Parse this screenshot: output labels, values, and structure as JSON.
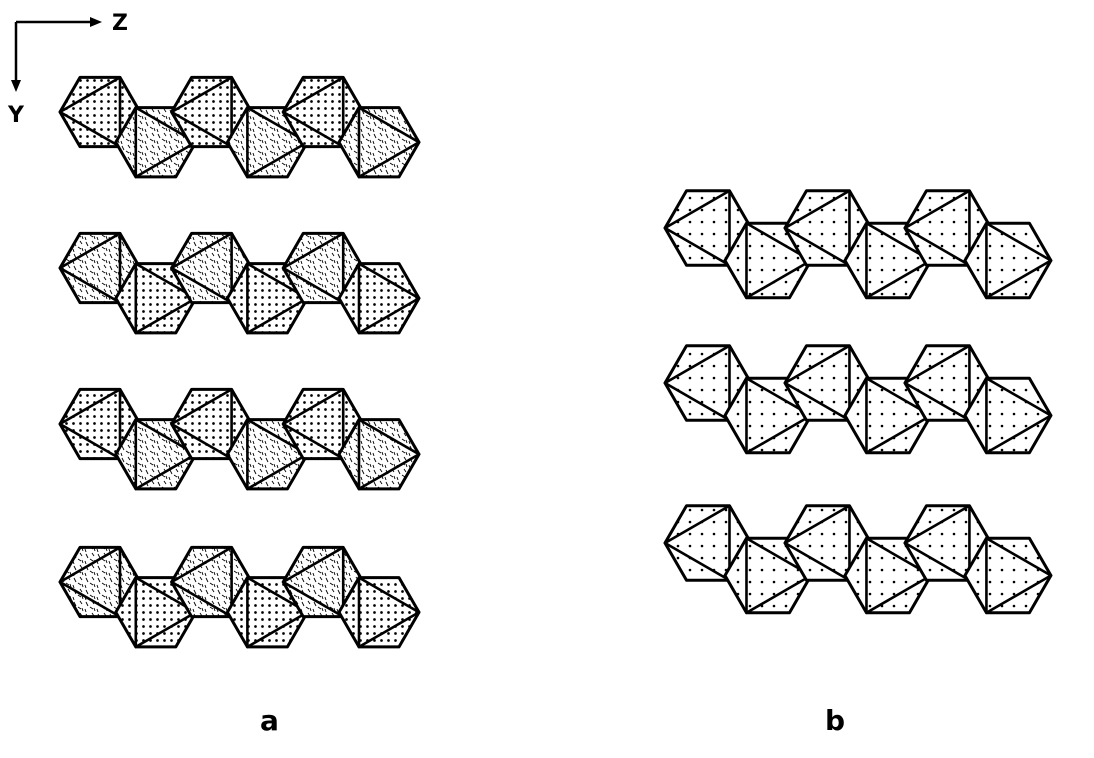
{
  "axes": {
    "horizontal": "Z",
    "vertical": "Y"
  },
  "panels": [
    {
      "label": "a",
      "rows": [
        "dots-first",
        "dashes-first",
        "dots-first",
        "dashes-first"
      ]
    },
    {
      "label": "b",
      "rows": [
        "sparse-dots",
        "sparse-dots",
        "sparse-dots"
      ]
    }
  ],
  "colors": {
    "line": "#000000",
    "fill": "#ffffff"
  }
}
